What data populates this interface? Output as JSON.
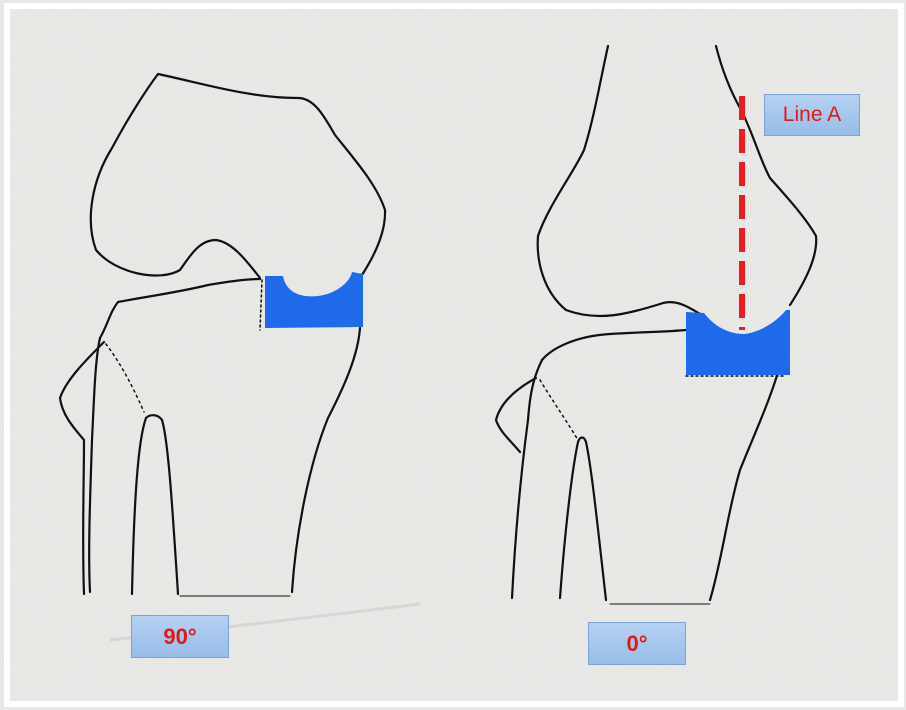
{
  "labels": {
    "left_angle": "90°",
    "right_angle": "0°",
    "line": "Line A"
  },
  "colors": {
    "implant": "#1f6ae8",
    "line": "#ee1c1c",
    "label_text": "#e01818",
    "label_bg": "#a8c8ee",
    "background": "#ebebe9",
    "ink": "#111111"
  }
}
